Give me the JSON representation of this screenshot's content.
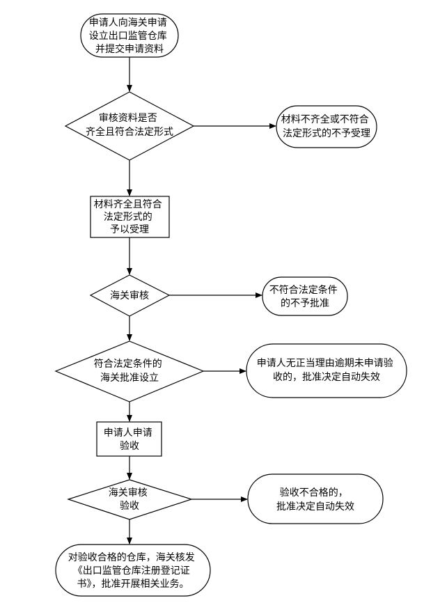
{
  "nodes": {
    "start": {
      "lines": [
        "申请人向海关申请",
        "设立出口监管仓库",
        "并提交申请资料"
      ]
    },
    "check_docs": {
      "lines": [
        "审核资料是否",
        "齐全且符合法定形式"
      ]
    },
    "reject_docs": {
      "lines": [
        "材料不齐全或不符合",
        "法定形式的不予受理"
      ]
    },
    "accept": {
      "lines": [
        "材料齐全且符合",
        "法定形式的",
        "予以受理"
      ]
    },
    "customs_review": {
      "lines": [
        "海关审核"
      ]
    },
    "not_approved": {
      "lines": [
        "不符合法定条件",
        "的不予批准"
      ]
    },
    "approve_setup": {
      "lines": [
        "符合法定条件的",
        "海关批准设立"
      ]
    },
    "expired": {
      "lines": [
        "申请人无正当理由逾期未申请验",
        "收的，批准决定自动失效"
      ]
    },
    "apply_inspection": {
      "lines": [
        "申请人申请",
        "验收"
      ]
    },
    "review_inspection": {
      "lines": [
        "海关审核",
        "验收"
      ]
    },
    "fail_inspection": {
      "lines": [
        "验收不合格的，",
        "批准决定自动失效"
      ]
    },
    "issue_cert": {
      "lines": [
        "对验收合格的仓库，海关核发",
        "《出口监管仓库注册登记证",
        "书》，批准开展相关业务。"
      ]
    }
  }
}
